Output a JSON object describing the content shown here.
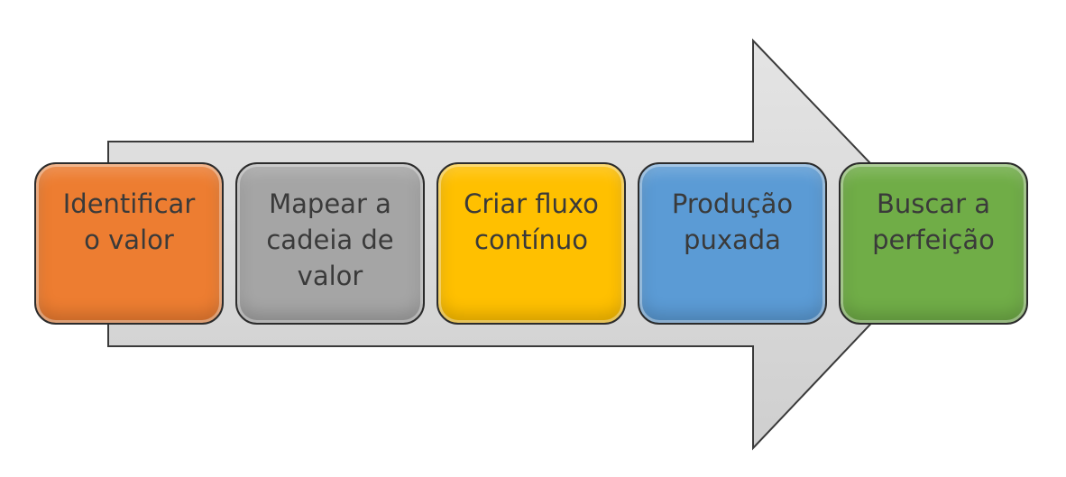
{
  "steps": [
    {
      "label": "Identificar\no valor",
      "color": "#ed7d31"
    },
    {
      "label": "Mapear a\ncadeia de\nvalor",
      "color": "#a5a5a5"
    },
    {
      "label": "Criar fluxo\ncontínuo",
      "color": "#ffc000"
    },
    {
      "label": "Produção\npuxada",
      "color": "#5b9bd5"
    },
    {
      "label": "Buscar a\nperfeição",
      "color": "#70ad47"
    }
  ],
  "arrow": {
    "fill": "#d9d9d9",
    "stroke": "#3a3a3a"
  }
}
